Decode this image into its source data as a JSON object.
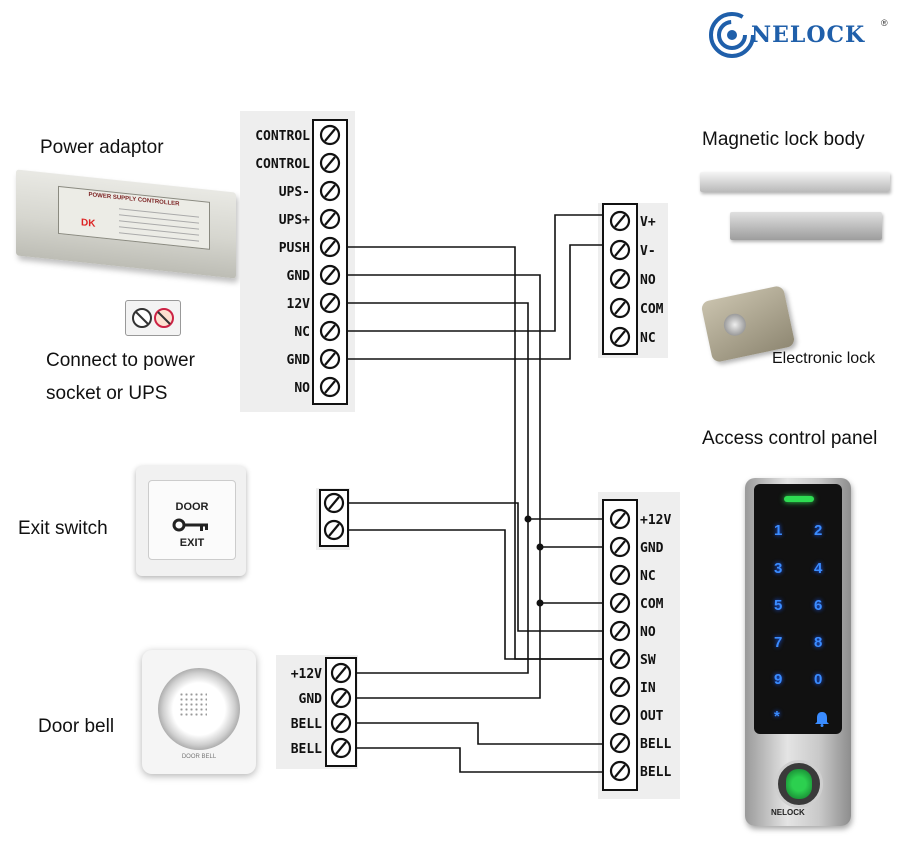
{
  "brand": {
    "logo_text": "NELOCK",
    "registered": "®"
  },
  "labels": {
    "power_adaptor": "Power adaptor",
    "connect_line1": "Connect to power",
    "connect_line2": "socket or UPS",
    "exit_switch": "Exit switch",
    "door_bell": "Door bell",
    "magnetic_lock_body": "Magnetic lock body",
    "electronic_lock": "Electronic lock",
    "access_control_panel": "Access control panel"
  },
  "power_adaptor_device": {
    "title": "POWER SUPPLY CONTROLLER",
    "logo": "DK"
  },
  "exit_switch_device": {
    "line1": "DOOR",
    "line2": "EXIT"
  },
  "door_bell_device": {
    "caption": "DOOR BELL"
  },
  "terminals": {
    "power_supply": [
      "CONTROL",
      "CONTROL",
      "UPS-",
      "UPS+",
      "PUSH",
      "GND",
      "12V",
      "NC",
      "GND",
      "NO"
    ],
    "lock": [
      "V+",
      "V-",
      "NO",
      "COM",
      "NC"
    ],
    "controller": [
      "+12V",
      "GND",
      "NC",
      "COM",
      "NO",
      "SW",
      "IN",
      "OUT",
      "BELL",
      "BELL"
    ],
    "bell": [
      "+12V",
      "GND",
      "BELL",
      "BELL"
    ]
  },
  "keypad": [
    "1",
    "2",
    "3",
    "4",
    "5",
    "6",
    "7",
    "8",
    "9",
    "0",
    "*",
    "bell-icon"
  ],
  "colors": {
    "logo_blue": "#1f5faa",
    "keypad_blue": "#3a8cff",
    "led_green": "#2edc52",
    "fingerprint_green": "#2cd04f"
  }
}
